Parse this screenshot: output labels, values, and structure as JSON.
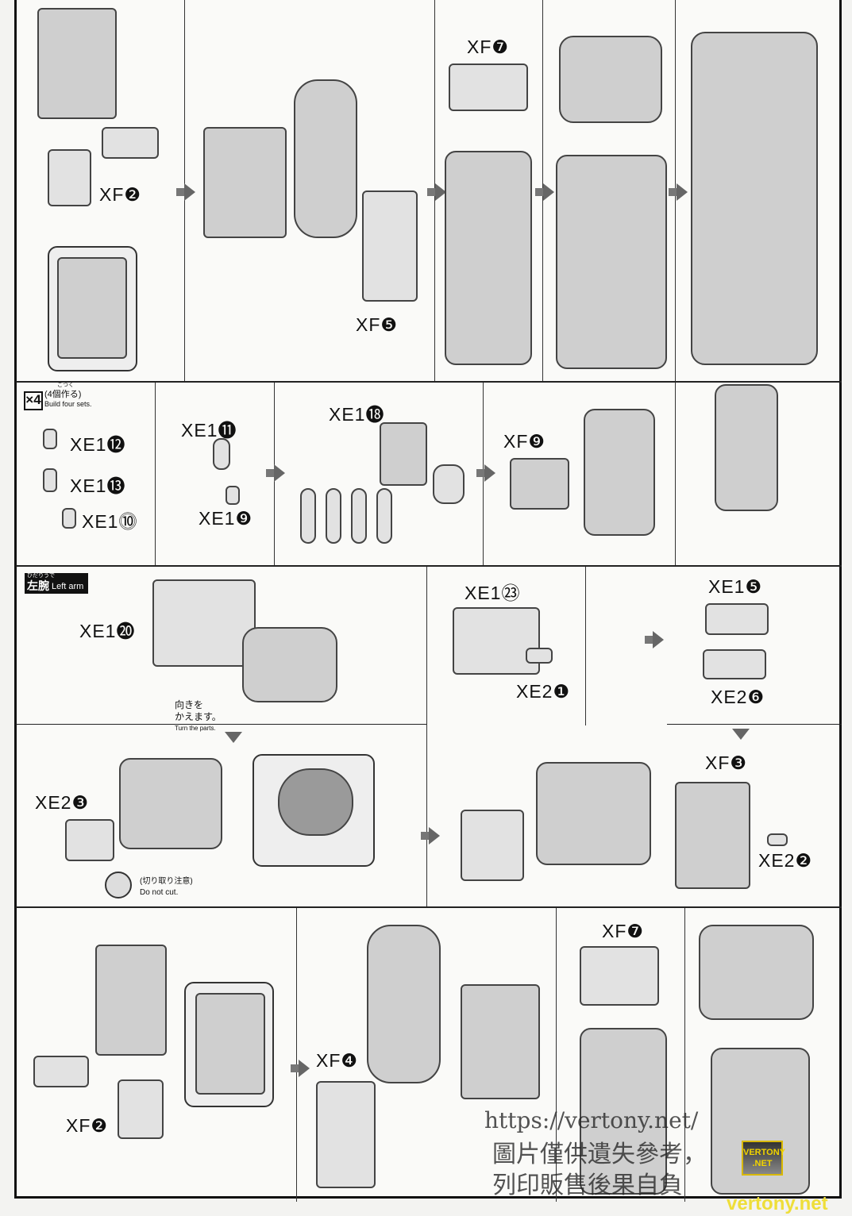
{
  "row1": {
    "labels": [
      "XF❷",
      "XF❺",
      "XF❼"
    ]
  },
  "row2": {
    "badge_count": "×4",
    "badge_jp": "(4個作る)",
    "badge_ruby": "こつく",
    "badge_en": "Build four sets.",
    "labels": [
      "XE1⓬",
      "XE1⓭",
      "XE1⓾",
      "XE1⓫",
      "XE1❾",
      "XE1⓲",
      "XF❾"
    ]
  },
  "row3": {
    "section_ruby": "ひだりうで",
    "section_jp": "左腕",
    "section_en": "Left arm",
    "turn_jp_1": "向きを",
    "turn_jp_2": "かえます。",
    "turn_en": "Turn the parts.",
    "nocut_jp": "(切り取り注意)",
    "nocut_en": "Do not cut.",
    "labels": [
      "XE1⓴",
      "XE1㉓",
      "XE2❶",
      "XE1❺",
      "XE2❻",
      "XF❸",
      "XE2❸",
      "XE2❷"
    ]
  },
  "row4": {
    "labels": [
      "XF❷",
      "XF❹",
      "XF❼"
    ]
  },
  "watermark": {
    "url": "https://vertony.net/",
    "text_1": "圖片僅供遺失參考，",
    "text_2": "列印販售後果自負",
    "logo": "VERTONY .NET",
    "site": "vertony.net"
  }
}
